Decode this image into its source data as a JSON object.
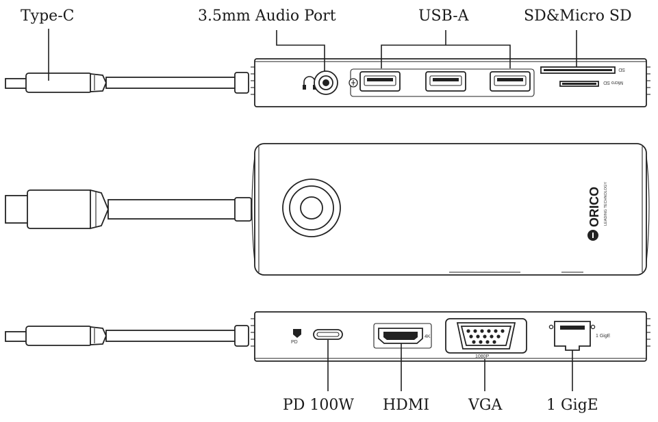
{
  "labels": {
    "type_c": "Type-C",
    "audio": "3.5mm Audio Port",
    "usb_a": "USB-A",
    "sd": "SD&Micro SD",
    "pd": "PD 100W",
    "hdmi": "HDMI",
    "vga": "VGA",
    "gige": "1 GigE"
  },
  "port_markings": {
    "sd_slot": "SD",
    "micro_sd_slot": "Micro SD",
    "hdmi_res": "4K",
    "vga_res": "1080P",
    "lan_speed": "1 GigE",
    "pd_icon_text": "PD"
  },
  "brand": {
    "logo_text": "ORICO",
    "tagline": "LEADING TECHNOLOGY"
  },
  "colors": {
    "line": "#1e1e1e",
    "background": "#ffffff"
  },
  "icons": [
    "headphone-icon",
    "usb-trident-icon",
    "power-delivery-icon",
    "orico-logo-icon"
  ]
}
